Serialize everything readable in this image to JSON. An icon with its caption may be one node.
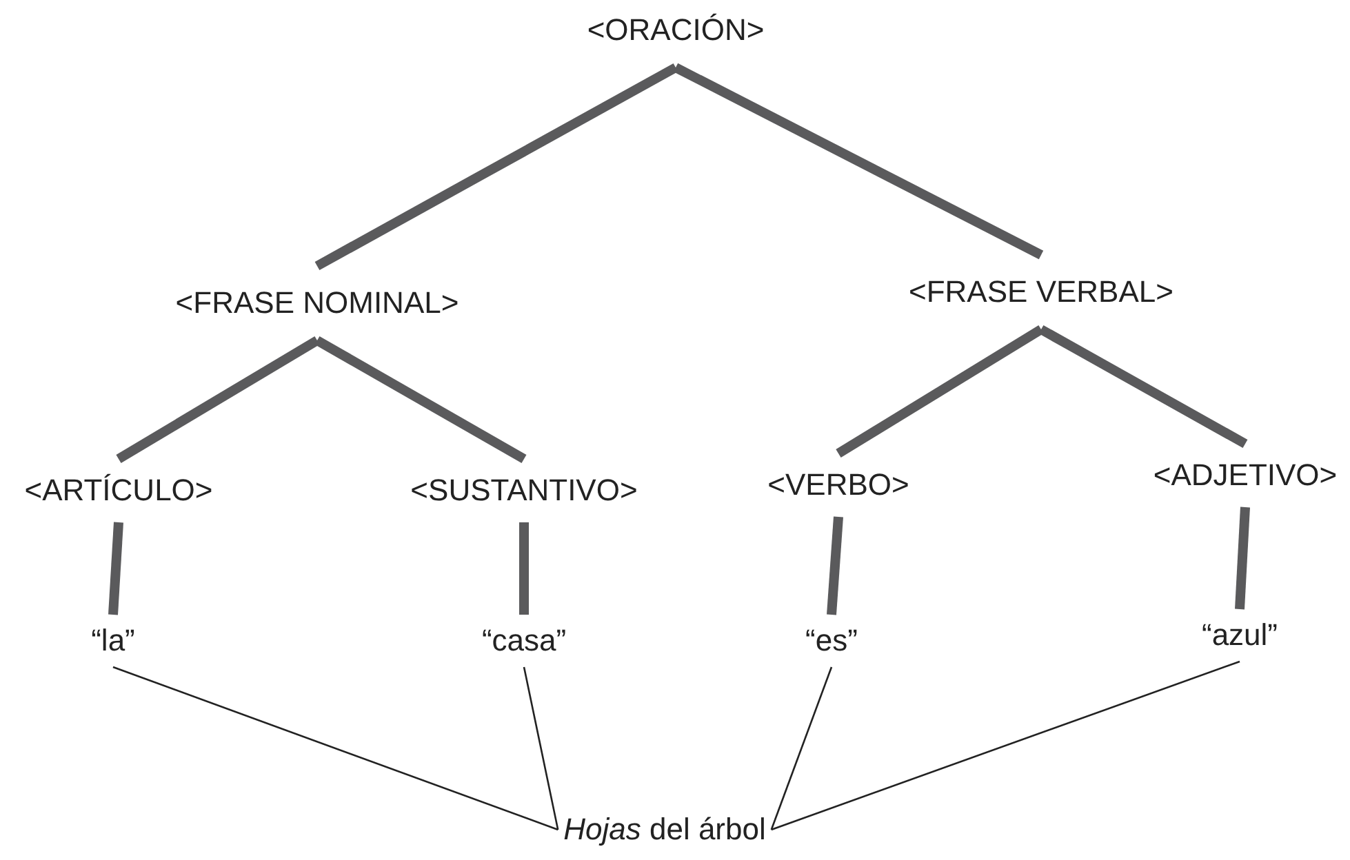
{
  "diagram": {
    "nodes": [
      {
        "text": [
          "<ORACIÓN>"
        ]
      },
      {
        "text": [
          "<FRASE NOMINAL>"
        ]
      },
      {
        "text": [
          "<FRASE VERBAL>"
        ]
      },
      {
        "text": [
          "<ARTÍCULO>"
        ]
      },
      {
        "text": [
          "<SUSTANTIVO>"
        ]
      },
      {
        "text": [
          "<VERBO>"
        ]
      },
      {
        "text": [
          "<ADJETIVO>"
        ]
      },
      {
        "text": [
          "“la”"
        ]
      },
      {
        "text": [
          "“casa”"
        ]
      },
      {
        "text": [
          "“es”"
        ]
      },
      {
        "text": [
          "“azul”"
        ]
      },
      {
        "text": [
          "*Hojas* del árbol"
        ]
      }
    ],
    "edges": [
      {
        "from": 0,
        "to": 1,
        "arrow": "none"
      },
      {
        "from": 0,
        "to": 2,
        "arrow": "none"
      },
      {
        "from": 1,
        "to": 3,
        "arrow": "none"
      },
      {
        "from": 1,
        "to": 4,
        "arrow": "none"
      },
      {
        "from": 2,
        "to": 5,
        "arrow": "none"
      },
      {
        "from": 2,
        "to": 6,
        "arrow": "none"
      },
      {
        "from": 3,
        "to": 7,
        "arrow": "none"
      },
      {
        "from": 4,
        "to": 8,
        "arrow": "none"
      },
      {
        "from": 5,
        "to": 9,
        "arrow": "none"
      },
      {
        "from": 6,
        "to": 10,
        "arrow": "none"
      },
      {
        "from": 11,
        "to": 7,
        "arrow": "none",
        "color": "#222222"
      },
      {
        "from": 11,
        "to": 8,
        "arrow": "none",
        "color": "#222222"
      },
      {
        "from": 11,
        "to": 9,
        "arrow": "none",
        "color": "#222222"
      },
      {
        "from": 11,
        "to": 10,
        "arrow": "none",
        "color": "#222222"
      }
    ]
  }
}
